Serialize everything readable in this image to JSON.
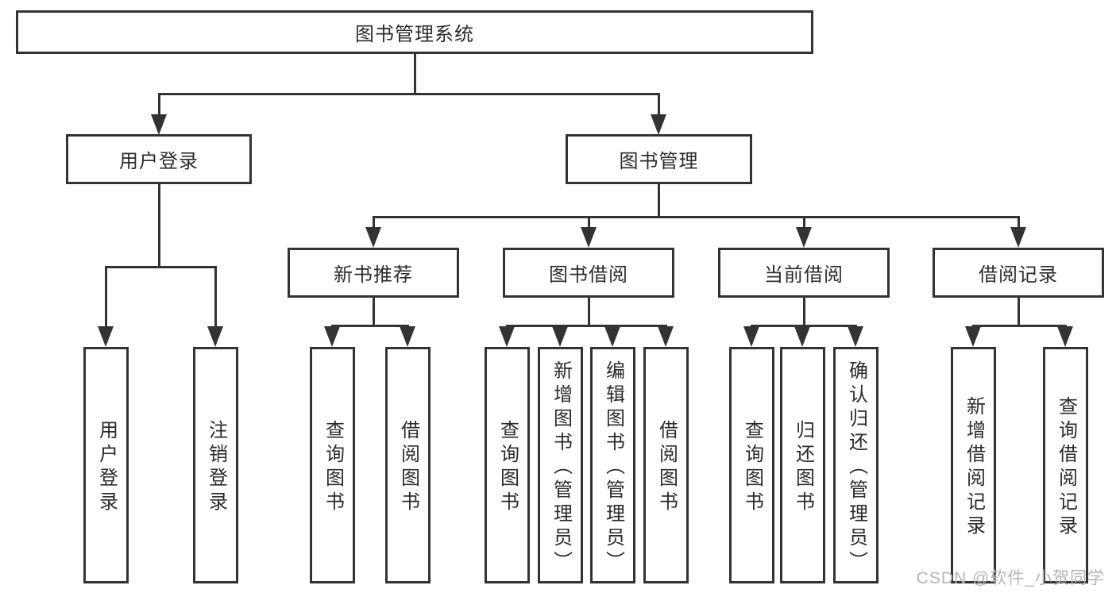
{
  "nodes": {
    "root": "图书管理系统",
    "l2_user_login": "用户登录",
    "l2_book_mgmt": "图书管理",
    "l3_new_books": "新书推荐",
    "l3_book_borrow": "图书借阅",
    "l3_current_borrow": "当前借阅",
    "l3_borrow_records": "借阅记录",
    "leaf_user_login": "用户登录",
    "leaf_logout": "注销登录",
    "leaf_nb_query": "查询图书",
    "leaf_nb_borrow": "借阅图书",
    "leaf_bb_query": "查询图书",
    "leaf_bb_add": "新增图书（管理员）",
    "leaf_bb_edit": "编辑图书（管理员）",
    "leaf_bb_borrow": "借阅图书",
    "leaf_cb_query": "查询图书",
    "leaf_cb_return": "归还图书",
    "leaf_cb_confirm": "确认归还（管理员）",
    "leaf_br_add": "新增借阅记录",
    "leaf_br_query": "查询借阅记录"
  },
  "hierarchy": {
    "图书管理系统": [
      "用户登录",
      "图书管理"
    ],
    "用户登录": [
      "用户登录",
      "注销登录"
    ],
    "图书管理": [
      "新书推荐",
      "图书借阅",
      "当前借阅",
      "借阅记录"
    ],
    "新书推荐": [
      "查询图书",
      "借阅图书"
    ],
    "图书借阅": [
      "查询图书",
      "新增图书（管理员）",
      "编辑图书（管理员）",
      "借阅图书"
    ],
    "当前借阅": [
      "查询图书",
      "归还图书",
      "确认归还（管理员）"
    ],
    "借阅记录": [
      "新增借阅记录",
      "查询借阅记录"
    ]
  },
  "watermark": "CSDN @软件_小贺同学",
  "colors": {
    "line": "#333333",
    "text": "#2b2b2b",
    "watermark": "#b5b5b5",
    "background": "#ffffff"
  }
}
